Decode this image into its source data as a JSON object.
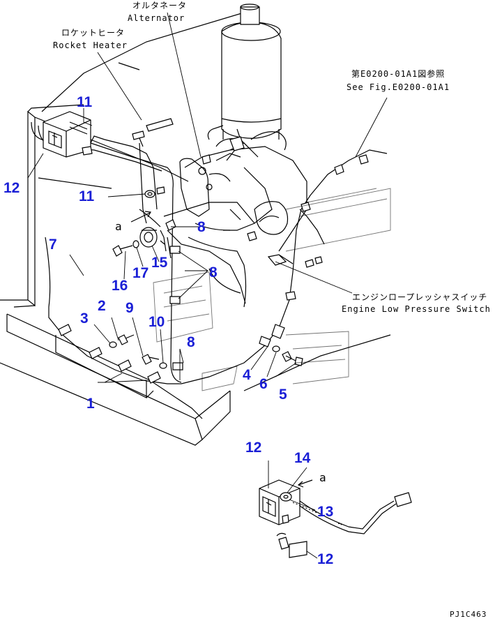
{
  "labels": {
    "alternator_jp": "オルタネータ",
    "alternator_en": "Alternator",
    "rocket_heater_jp": "ロケットヒータ",
    "rocket_heater_en": "Rocket Heater",
    "see_fig_jp": "第E0200-01A1図参照",
    "see_fig_en": "See Fig.E0200-01A1",
    "engine_switch_jp": "エンジンロープレッシャスイッチ",
    "engine_switch_en": "Engine Low Pressure Switch",
    "view_a_1": "a",
    "view_a_2": "a",
    "figure_code": "PJ1C463"
  },
  "callouts": {
    "c1": "1",
    "c2": "2",
    "c3": "3",
    "c4": "4",
    "c5": "5",
    "c6": "6",
    "c7": "7",
    "c8a": "8",
    "c8b": "8",
    "c8c": "8",
    "c9": "9",
    "c10": "10",
    "c11a": "11",
    "c11b": "11",
    "c12a": "12",
    "c12b": "12",
    "c12c": "12",
    "c13": "13",
    "c14": "14",
    "c15": "15",
    "c16": "16",
    "c17": "17"
  },
  "colors": {
    "callout": "#1a1fd6",
    "line": "#000000",
    "background": "#ffffff"
  }
}
